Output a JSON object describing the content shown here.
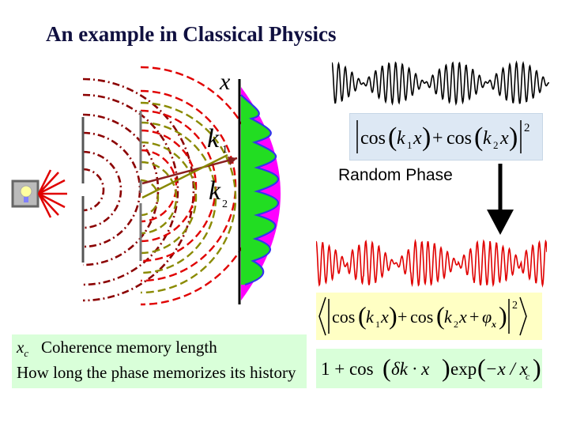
{
  "title": "An example in Classical Physics",
  "diagram": {
    "axis_label": "x",
    "k1_label": "k",
    "k1_sub": "1",
    "k2_label": "k",
    "k2_sub": "2",
    "lamp_icon": "light-bulb-icon"
  },
  "annotation": {
    "random_phase": "Random Phase"
  },
  "equations": {
    "coherent": {
      "cos1": "cos",
      "k1": "k",
      "k1_sub": "1",
      "x1": "x",
      "plus": "+",
      "cos2": "cos",
      "k2": "k",
      "k2_sub": "2",
      "x2": "x",
      "power": "2"
    },
    "random_average": {
      "cos1": "cos",
      "k1": "k",
      "k1_sub": "1",
      "x1": "x",
      "plus": "+",
      "cos2": "cos",
      "k2": "k",
      "k2_sub": "2",
      "x2": "x",
      "plus2": "+",
      "phi": "φ",
      "phi_sub": "x",
      "power": "2"
    },
    "result": {
      "one_plus": "1 + cos",
      "delta_k": "δk · x",
      "exp": "exp",
      "minus_x": "−x / x",
      "xc_sub": "c"
    }
  },
  "caption": {
    "symbol": "x",
    "symbol_sub": "c",
    "line1": "Coherence memory length",
    "line2": "How long the phase memorizes its history"
  },
  "colors": {
    "pattern_fill": "#ff00ff",
    "inner_fill": "#22dd22",
    "interference_line": "#3333ee",
    "eq_blue_bg": "#dde8f4",
    "eq_yellow_bg": "#ffffc4",
    "eq_green_bg": "#d9ffd9",
    "wave_dark_red": "#8b0000",
    "wave_red": "#e00000",
    "wave_olive": "#8a8a00"
  }
}
